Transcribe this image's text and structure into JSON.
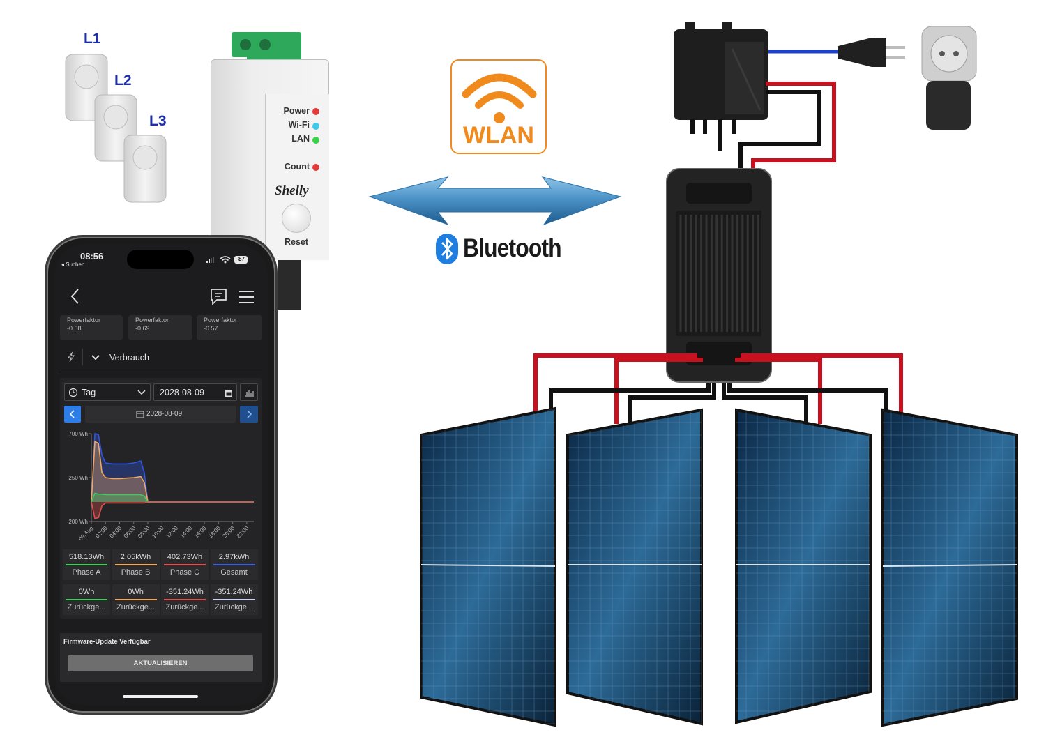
{
  "clamps": {
    "l1": "L1",
    "l2": "L2",
    "l3": "L3"
  },
  "shelly": {
    "power": "Power",
    "wifi": "Wi-Fi",
    "lan": "LAN",
    "count": "Count",
    "brand": "Shelly",
    "reset": "Reset",
    "led_colors": {
      "power": "#e23b3b",
      "wifi": "#3ec8ea",
      "lan": "#3bd24a",
      "count": "#e23b3b"
    }
  },
  "wlan": {
    "label": "WLAN",
    "color": "#f08a1c"
  },
  "bluetooth": {
    "label": "Bluetooth",
    "color": "#1e7fe0"
  },
  "phone": {
    "time": "08:56",
    "back_app": "◂ Suchen",
    "battery": "87",
    "power_factors": [
      {
        "label": "Powerfaktor",
        "value": "-0.58"
      },
      {
        "label": "Powerfaktor",
        "value": "-0.69"
      },
      {
        "label": "Powerfaktor",
        "value": "-0.57"
      }
    ],
    "section_label": "Verbrauch",
    "period_select": "Tag",
    "date_input": "2028-08-09",
    "date_center": "2028-08-09",
    "firmware_title": "Firmware-Update Verfügbar",
    "firmware_button": "AKTUALISIEREN",
    "tiles_top": [
      {
        "value": "518.13Wh",
        "label": "Phase A",
        "color": "#3ecf5a"
      },
      {
        "value": "2.05kWh",
        "label": "Phase B",
        "color": "#f2a85c"
      },
      {
        "value": "402.73Wh",
        "label": "Phase C",
        "color": "#e04e4e"
      },
      {
        "value": "2.97kWh",
        "label": "Gesamt",
        "color": "#3a5fe0"
      }
    ],
    "tiles_bottom": [
      {
        "value": "0Wh",
        "label": "Zurückge...",
        "color": "#3ecf5a"
      },
      {
        "value": "0Wh",
        "label": "Zurückge...",
        "color": "#f2a85c"
      },
      {
        "value": "-351.24Wh",
        "label": "Zurückge...",
        "color": "#e04e4e"
      },
      {
        "value": "-351.24Wh",
        "label": "Zurückge...",
        "color": "#c8d4f2"
      }
    ]
  },
  "chart_data": {
    "type": "area",
    "yticks": [
      "700 Wh",
      "250 Wh",
      "-200 Wh"
    ],
    "ylim": [
      -200,
      700
    ],
    "categories": [
      "09.Aug",
      "02:00",
      "04:00",
      "06:00",
      "08:00",
      "10:00",
      "12:00",
      "14:00",
      "16:00",
      "18:00",
      "20:00",
      "22:00"
    ],
    "x": [
      0,
      0.5,
      1,
      1.5,
      2,
      3,
      4,
      5,
      6,
      7,
      7.5,
      8,
      9,
      10,
      11,
      12,
      13,
      14,
      15,
      16,
      17,
      18,
      19,
      20,
      21,
      22,
      23
    ],
    "series": [
      {
        "color": "#2f56e0",
        "values": [
          0,
          700,
          690,
          480,
          400,
          390,
          390,
          390,
          400,
          420,
          300,
          0,
          0,
          0,
          0,
          0,
          0,
          0,
          0,
          0,
          0,
          0,
          0,
          0,
          0,
          0,
          0
        ]
      },
      {
        "color": "#f2a85c",
        "values": [
          0,
          620,
          600,
          300,
          250,
          240,
          240,
          245,
          250,
          260,
          200,
          0,
          0,
          0,
          0,
          0,
          0,
          0,
          0,
          0,
          0,
          0,
          0,
          0,
          0,
          0,
          0
        ]
      },
      {
        "color": "#3ecf5a",
        "values": [
          0,
          90,
          80,
          80,
          75,
          75,
          75,
          75,
          75,
          75,
          60,
          0,
          0,
          0,
          0,
          0,
          0,
          0,
          0,
          0,
          0,
          0,
          0,
          0,
          0,
          0,
          0
        ]
      },
      {
        "color": "#e04e4e",
        "values": [
          0,
          -170,
          -160,
          -40,
          -10,
          -10,
          -10,
          -10,
          -10,
          -10,
          -10,
          0,
          0,
          0,
          0,
          0,
          0,
          0,
          0,
          0,
          0,
          0,
          0,
          0,
          0,
          0,
          0
        ]
      }
    ]
  }
}
